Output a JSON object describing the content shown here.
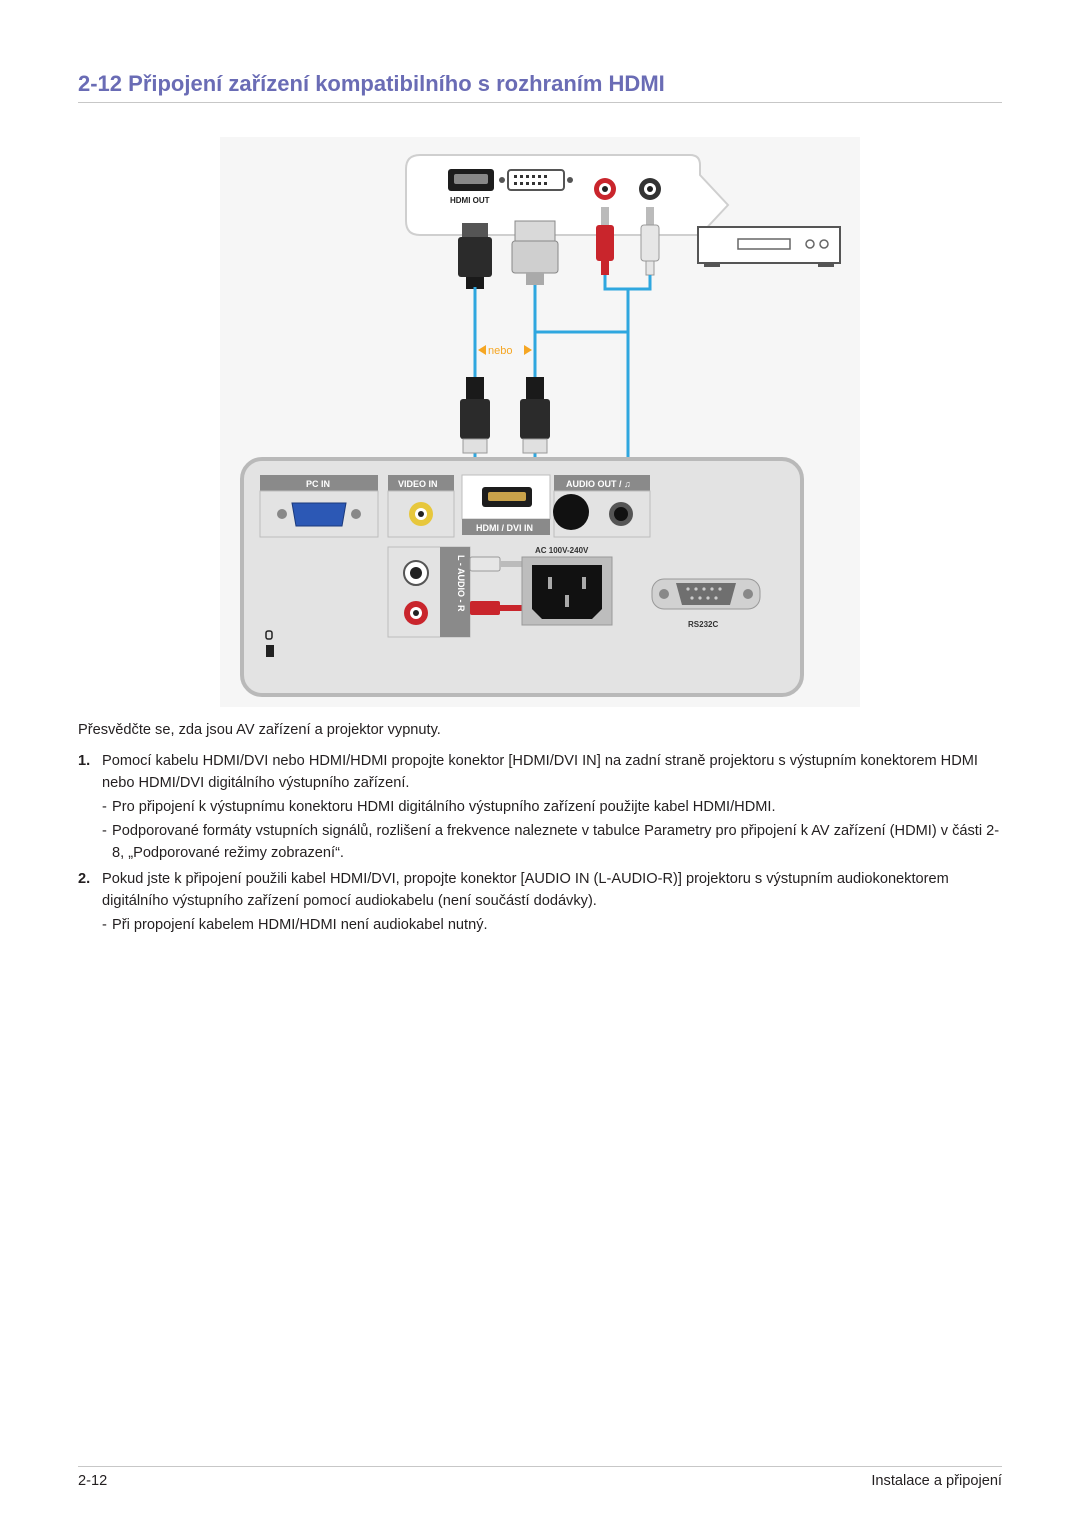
{
  "heading": "2-12 Připojení zařízení kompatibilního s rozhraním HDMI",
  "figure": {
    "hdmi_out_label": "HDMI OUT",
    "nebo_label": "nebo",
    "pc_in_label": "PC IN",
    "video_in_label": "VIDEO IN",
    "hdmi_dvi_in_label": "HDMI / DVI IN",
    "audio_out_label": "AUDIO OUT / ♫",
    "ac_label": "AC 100V-240V",
    "audio_in_label": "L - AUDIO - R",
    "rs232c_label": "RS232C",
    "colors": {
      "accent": "#6a6cb5",
      "cable_blue": "#2fa7df",
      "panel": "#e3e3e3",
      "audio_red": "#c9252c",
      "nebo": "#f5a623"
    }
  },
  "intro": "Přesvědčte se, zda jsou AV zařízení a projektor vypnuty.",
  "steps": [
    {
      "num": "1.",
      "text": "Pomocí kabelu HDMI/DVI nebo HDMI/HDMI propojte konektor [HDMI/DVI IN] na zadní straně projektoru s výstupním konektorem HDMI nebo HDMI/DVI digitálního výstupního zařízení.",
      "subs": [
        "Pro připojení k výstupnímu konektoru HDMI digitálního výstupního zařízení použijte kabel HDMI/HDMI.",
        "Podporované formáty vstupních signálů, rozlišení a frekvence naleznete v tabulce Parametry pro připojení k AV zařízení (HDMI) v části 2-8, „Podporované režimy zobrazení“."
      ]
    },
    {
      "num": "2.",
      "text": "Pokud jste k připojení použili kabel HDMI/DVI, propojte konektor [AUDIO IN (L-AUDIO-R)] projektoru s výstupním audiokonektorem digitálního výstupního zařízení pomocí audiokabelu (není součástí dodávky).",
      "subs": [
        "Při propojení kabelem HDMI/HDMI není audiokabel nutný."
      ]
    }
  ],
  "footer": {
    "page": "2-12",
    "section": "Instalace a připojení"
  }
}
